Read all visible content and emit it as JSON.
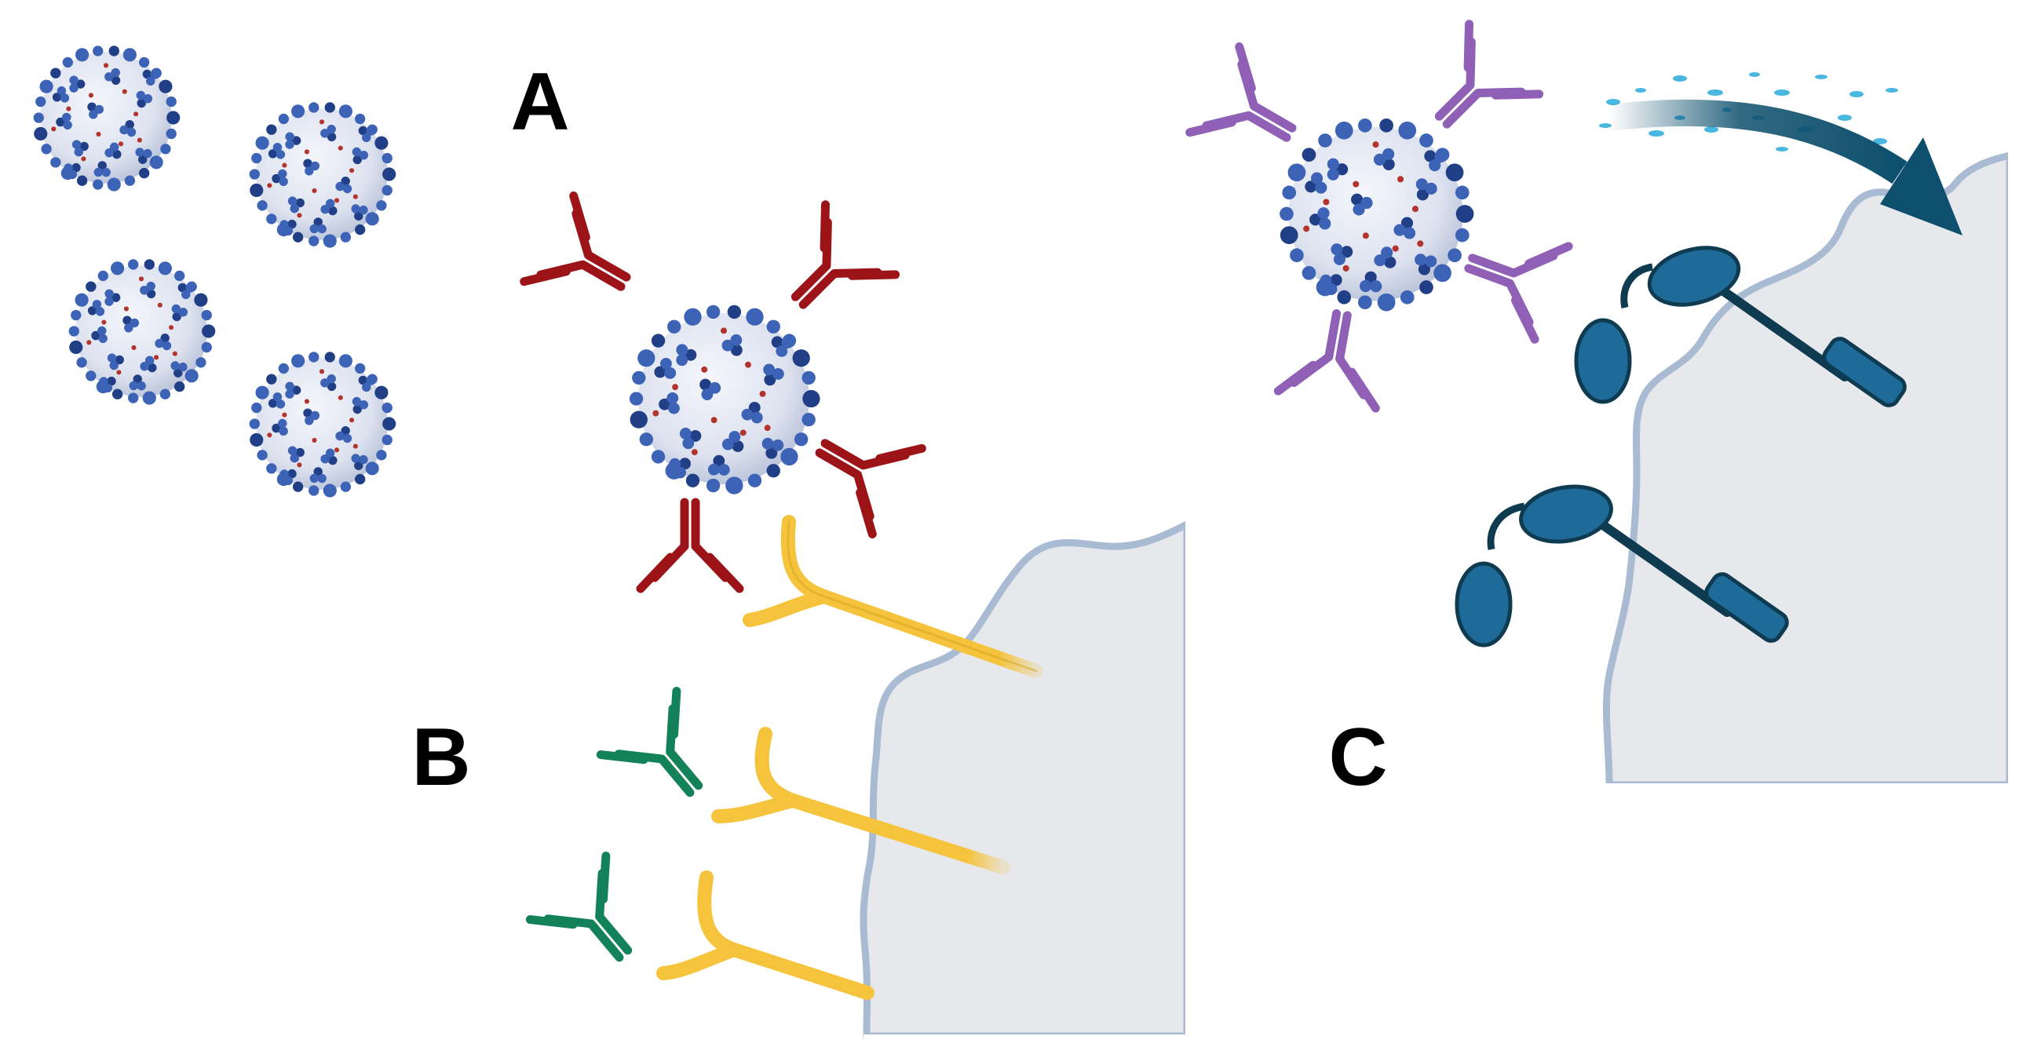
{
  "labels": {
    "a": "A",
    "b": "B",
    "c": "C"
  },
  "colors": {
    "background": "#ffffff",
    "cell_fill": "#e6e8ec",
    "cell_membrane": "#a9bbd3",
    "virus_shell": "#dde2ef",
    "virus_spike": "#3d63b7",
    "virus_spike_dark": "#203f86",
    "virus_rna_dots": "#b3342c",
    "antibody_neutralizing": "#9c1418",
    "antibody_non_neutralizing": "#138159",
    "antibody_coated": "#9060b7",
    "ace2_receptor": "#f6c33c",
    "fc_receptor": "#1e6b9a",
    "arrow": "#0d4f6c",
    "droplets": "#4ab7e0"
  },
  "icons": {
    "virus": "sars-cov-2-virion-icon",
    "antibody": "y-shaped-antibody-icon",
    "receptor": "ace2-receptor-icon",
    "fc_receptor": "fc-receptor-icon",
    "arrow": "curved-arrow-icon"
  }
}
